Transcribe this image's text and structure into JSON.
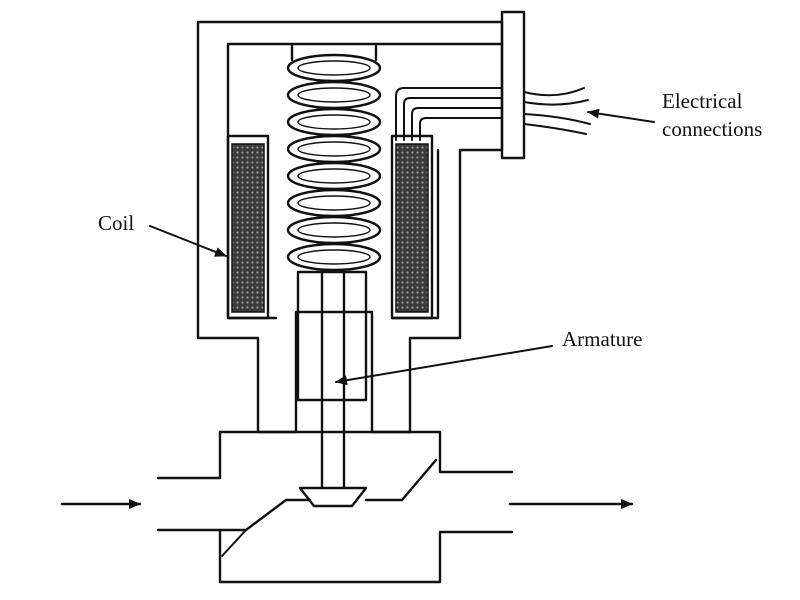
{
  "diagram": {
    "labels": {
      "coil": "Coil",
      "electrical_1": "Electrical",
      "electrical_2": "connections",
      "armature": "Armature"
    },
    "colors": {
      "ink": "#111111",
      "coil_fill": "#3a3a3a",
      "background": "#ffffff"
    }
  }
}
